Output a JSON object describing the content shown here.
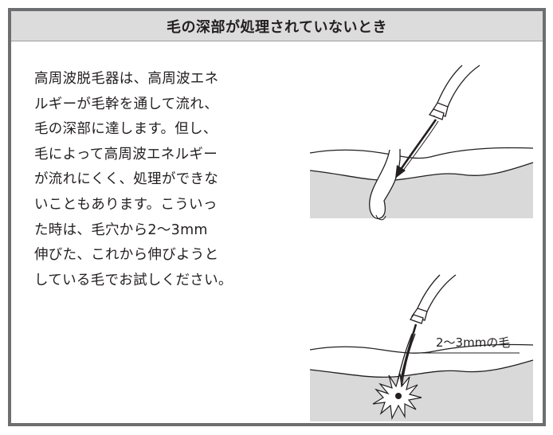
{
  "header": {
    "title": "毛の深部が処理されていないとき"
  },
  "body": {
    "lines": [
      "高周波脱毛器は、高周波エネ",
      "ルギーが毛幹を通して流れ、",
      "毛の深部に達します。但し、",
      "毛によって高周波エネルギー",
      "が流れにくく、処理ができな",
      "いこともあります。こういっ",
      "た時は、毛穴から2〜3mm",
      "伸びた、これから伸びようと",
      "している毛でお試しください。"
    ]
  },
  "figure2": {
    "label": "2〜3mmの毛"
  },
  "colors": {
    "border": "#6d6e70",
    "header_bg": "#dcdcdd",
    "skin_fill": "#d9d9da",
    "line": "#231f20"
  }
}
